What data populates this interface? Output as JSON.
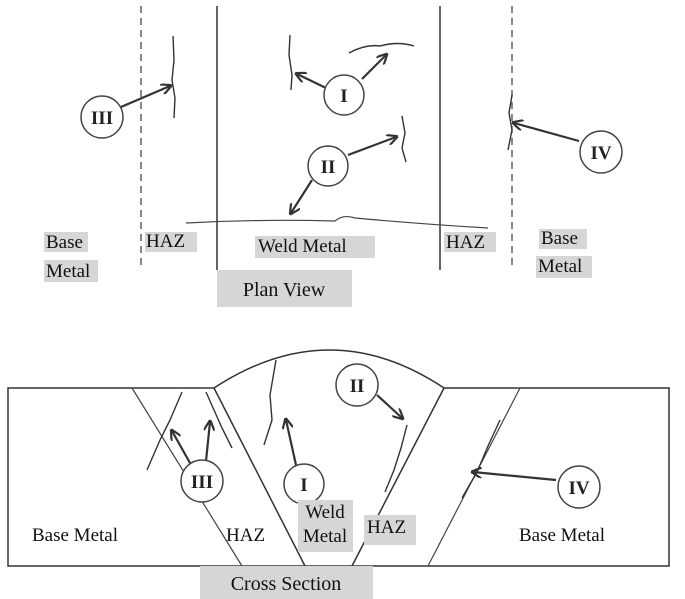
{
  "plan_view": {
    "caption": "Plan View",
    "labels": {
      "base_metal_left_1": "Base",
      "base_metal_left_2": "Metal",
      "haz_left": "HAZ",
      "weld_metal": "Weld  Metal",
      "haz_right": "HAZ",
      "base_metal_right_1": "Base",
      "base_metal_right_2": "Metal"
    },
    "markers": {
      "i": "I",
      "ii": "II",
      "iii": "III",
      "iv": "IV"
    }
  },
  "cross_section": {
    "caption": "Cross Section",
    "labels": {
      "base_metal_left": "Base Metal",
      "haz_left": "HAZ",
      "weld_metal_1": "Weld",
      "weld_metal_2": "Metal",
      "haz_right": "HAZ",
      "base_metal_right": "Base Metal"
    },
    "markers": {
      "i": "I",
      "ii": "II",
      "iii": "III",
      "iv": "IV"
    }
  },
  "colors": {
    "line": "#333333",
    "label_background": "#d6d6d6"
  }
}
